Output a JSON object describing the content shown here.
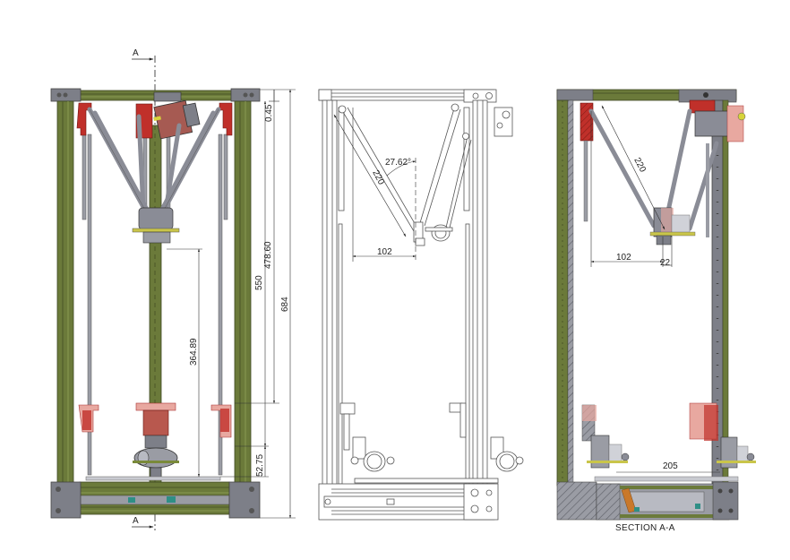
{
  "views": {
    "front": {
      "section_marker_label": "A",
      "dimensions": {
        "top_offset": "0.45",
        "rail_travel": "478.60",
        "rail_length": "550",
        "overall_height": "684",
        "effector_to_bed": "364.89",
        "bottom_offset": "52.75"
      }
    },
    "side": {
      "dimensions": {
        "arm_length": "220",
        "arm_angle": "27.62°",
        "horizontal_offset": "102"
      }
    },
    "section": {
      "caption": "SECTION A-A",
      "dimensions": {
        "arm_length": "220",
        "horizontal_offset": "102",
        "effector_offset": "22",
        "bed_width": "205"
      }
    }
  },
  "colors": {
    "extrusion_olive": "#6b7a3a",
    "extrusion_dark": "#4b5628",
    "bracket_red": "#c0302a",
    "carriage_pink": "#e8a8a0",
    "arm_gray": "#8a8c96",
    "corner_gray": "#7d7f88",
    "line_drawing": "#555555",
    "bed_accent_orange": "#c9782a",
    "bed_accent_teal": "#2f8f86"
  }
}
